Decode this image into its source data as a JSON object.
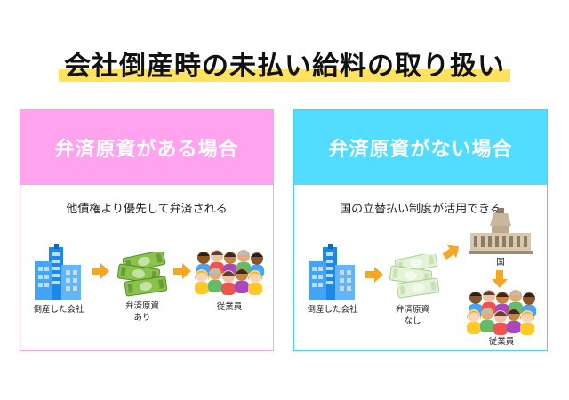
{
  "title": "会社倒産時の未払い給料の取り扱い",
  "left_panel": {
    "heading": "弁済原資がある場合",
    "description": "他債権より優先して弁済される",
    "company_label": "倒産した会社",
    "money_label_line1": "弁済原資",
    "money_label_line2": "あり",
    "employees_label": "従業員"
  },
  "right_panel": {
    "heading": "弁済原資がない場合",
    "description": "国の立替払い制度が活用できる",
    "company_label": "倒産した会社",
    "money_label_line1": "弁済原資",
    "money_label_line2": "なし",
    "government_label": "国",
    "employees_label": "従業員"
  },
  "colors": {
    "left_accent": "#ffa3ee",
    "right_accent": "#52dcff",
    "highlight": "#ffe35e",
    "arrow": "#f5a623"
  }
}
